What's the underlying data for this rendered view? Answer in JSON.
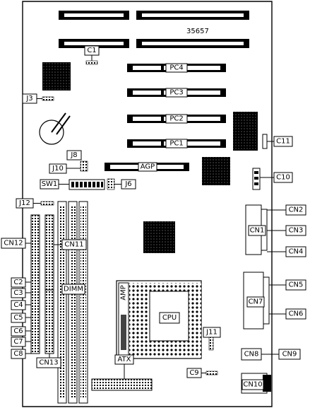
{
  "board_number": "35657",
  "labels": {
    "c1": "C1",
    "j3": "J3",
    "pc4": "PC4",
    "pc3": "PC3",
    "pc2": "PC2",
    "pc1": "PC1",
    "c11": "C11",
    "j8": "J8",
    "j10": "J10",
    "agp": "AGP",
    "c10": "C10",
    "sw1": "SW1",
    "j6": "J6",
    "j12": "J12",
    "cn2": "CN2",
    "cn1": "CN1",
    "cn3": "CN3",
    "cn4": "CN4",
    "cn12": "CN12",
    "cn11": "CN11",
    "dimm": "DIMM",
    "c2": "C2",
    "c3": "C3",
    "c4": "C4",
    "c5": "C5",
    "c6": "C6",
    "c7": "C7",
    "c8": "C8",
    "cn13": "CN13",
    "amp": "AMP",
    "cpu": "CPU",
    "j11": "J11",
    "cn5": "CN5",
    "cn7": "CN7",
    "cn6": "CN6",
    "cn8": "CN8",
    "cn9": "CN9",
    "atx": "ATX",
    "c9": "C9",
    "cn10": "CN10"
  }
}
